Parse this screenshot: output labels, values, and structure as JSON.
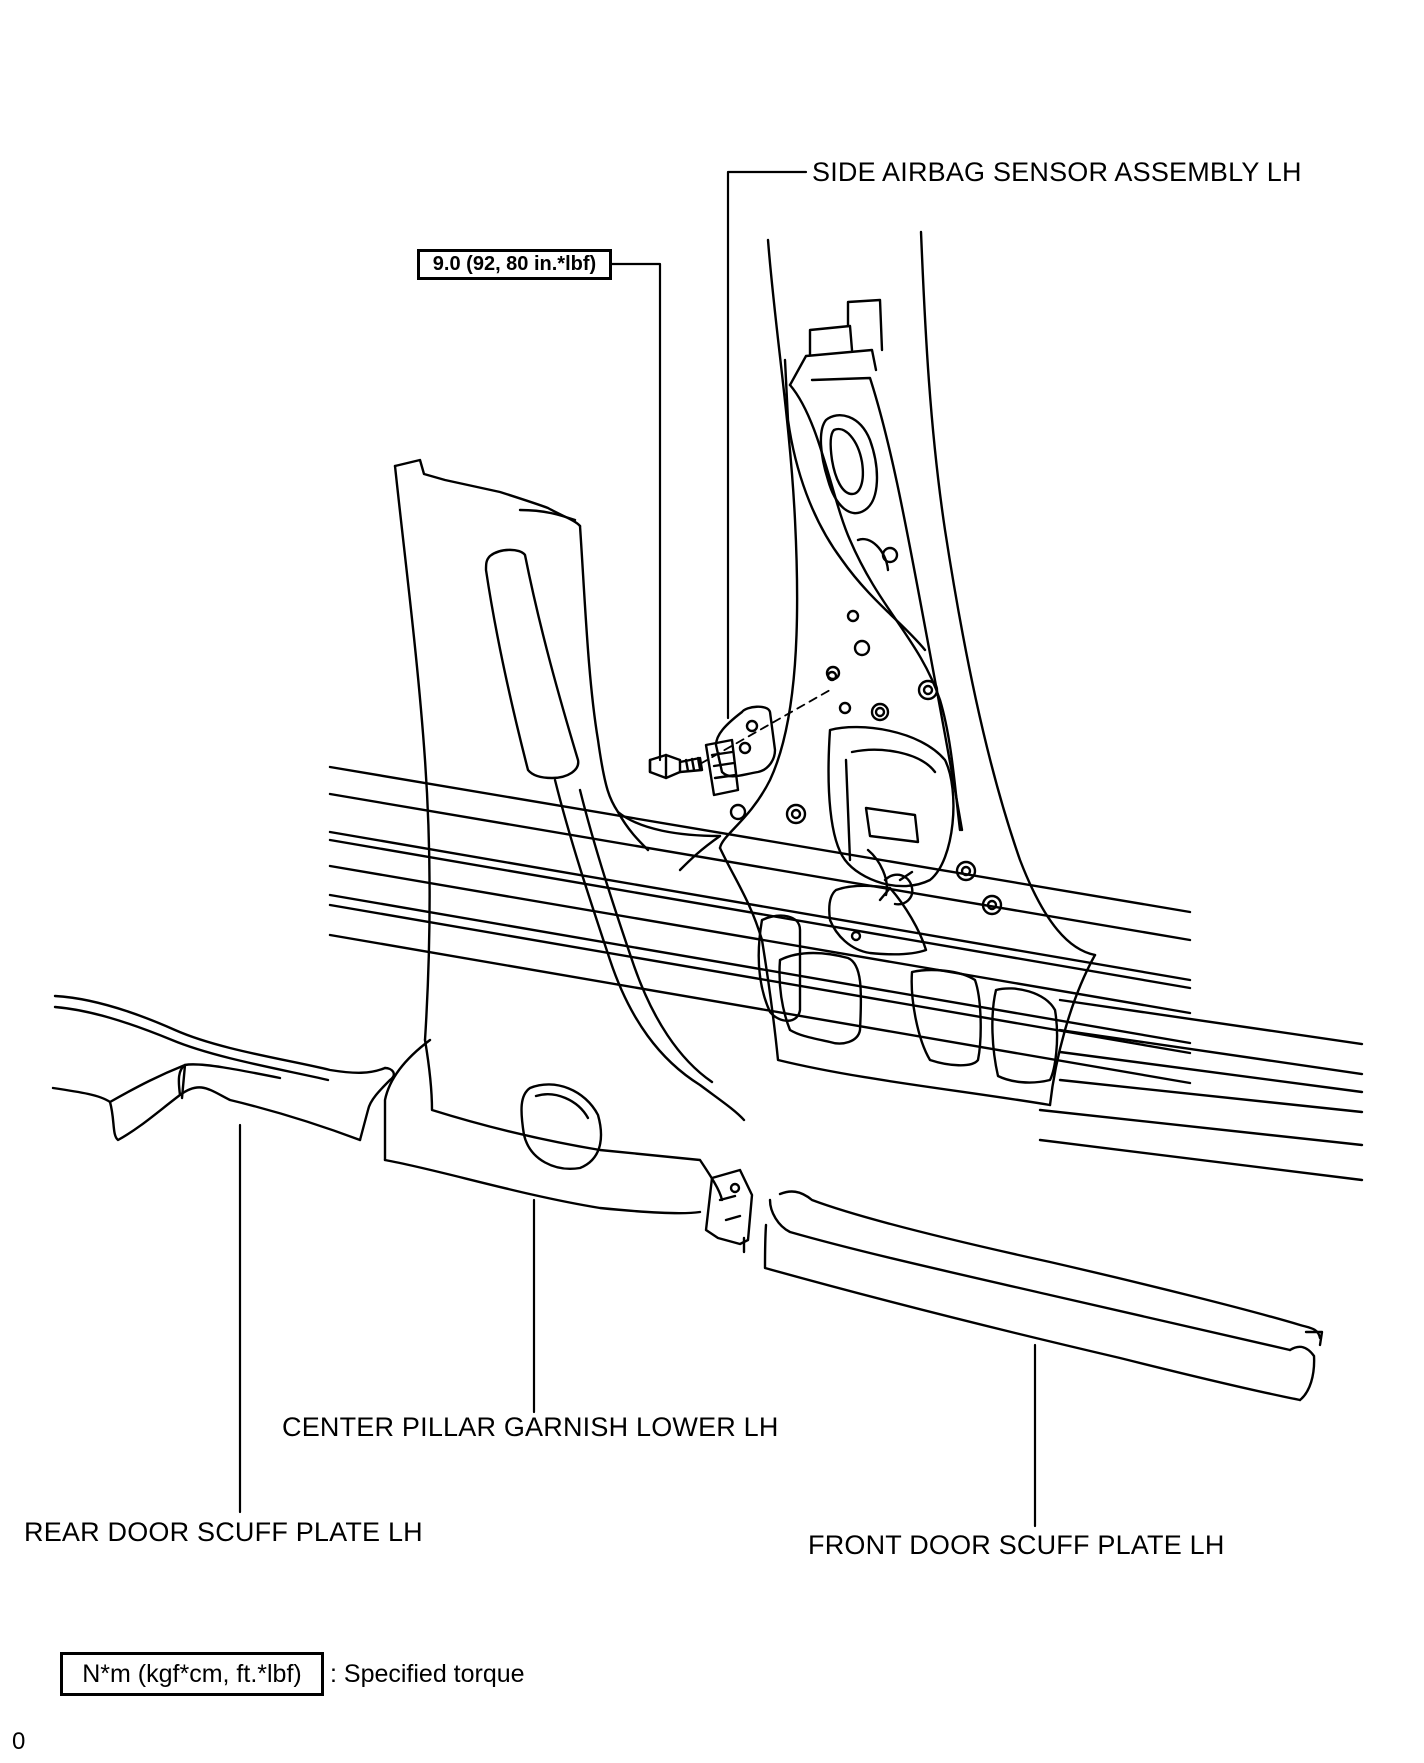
{
  "callouts": {
    "side_airbag_sensor": "SIDE AIRBAG SENSOR ASSEMBLY LH",
    "center_pillar_garnish": "CENTER PILLAR GARNISH LOWER LH",
    "rear_door_scuff": "REAR DOOR SCUFF PLATE LH",
    "front_door_scuff": "FRONT DOOR SCUFF PLATE LH"
  },
  "torque": {
    "bolt_value": "9.0 (92, 80 in.*lbf)"
  },
  "legend": {
    "box_label": "N*m (kgf*cm, ft.*lbf)",
    "description": ": Specified torque"
  },
  "figure_id": "0"
}
